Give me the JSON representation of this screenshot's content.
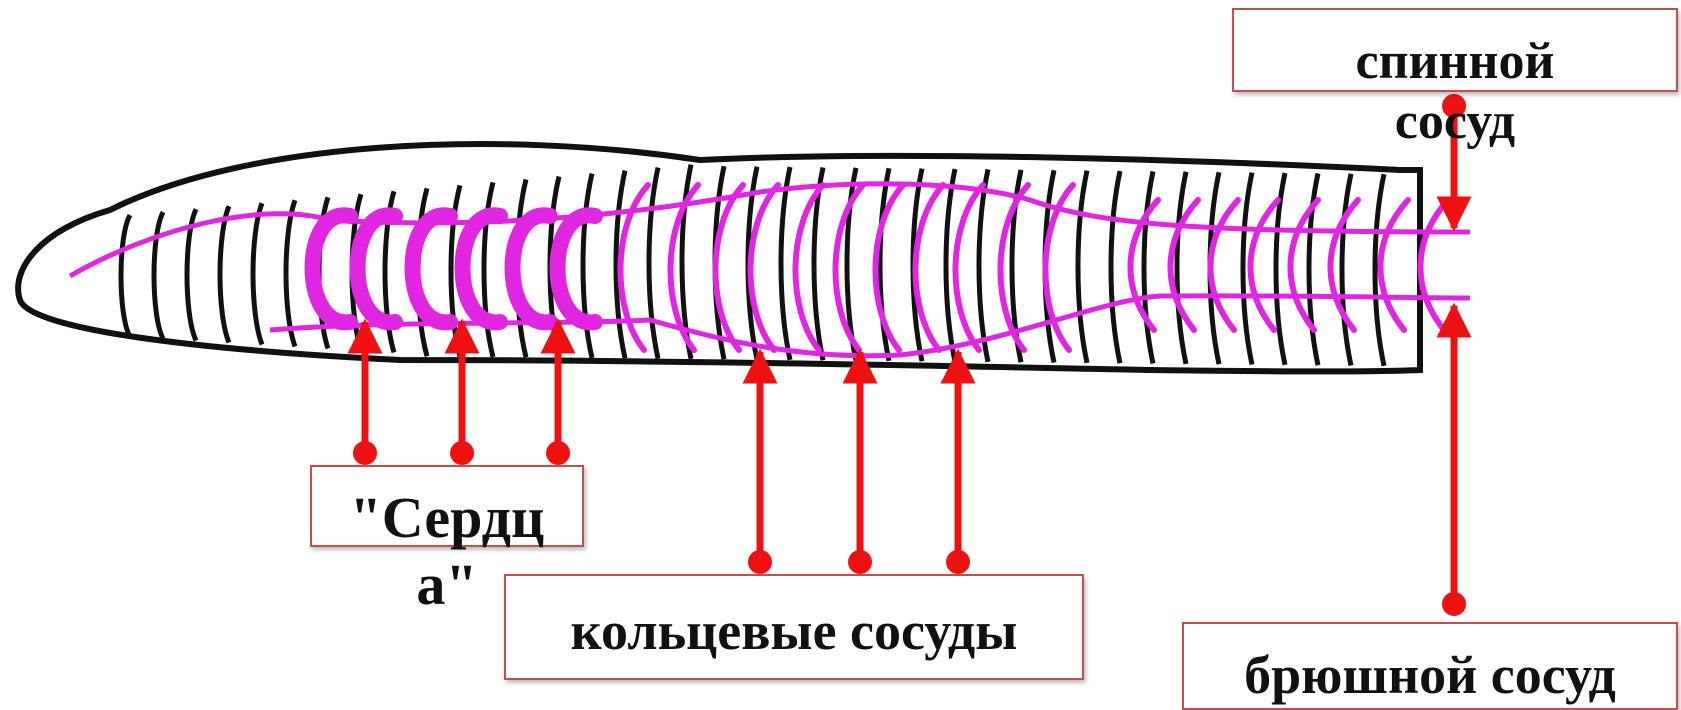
{
  "diagram": {
    "colors": {
      "vessel": "#e026e0",
      "arrow": "#ee1111",
      "outline": "#111111",
      "label_border": "#c0504d"
    },
    "labels": {
      "dorsal_vessel": "спинной сосуд",
      "hearts": "\"Сердца\"",
      "ring_vessels": "кольцевые сосуды",
      "ventral_vessel": "брюшной сосуд"
    }
  }
}
